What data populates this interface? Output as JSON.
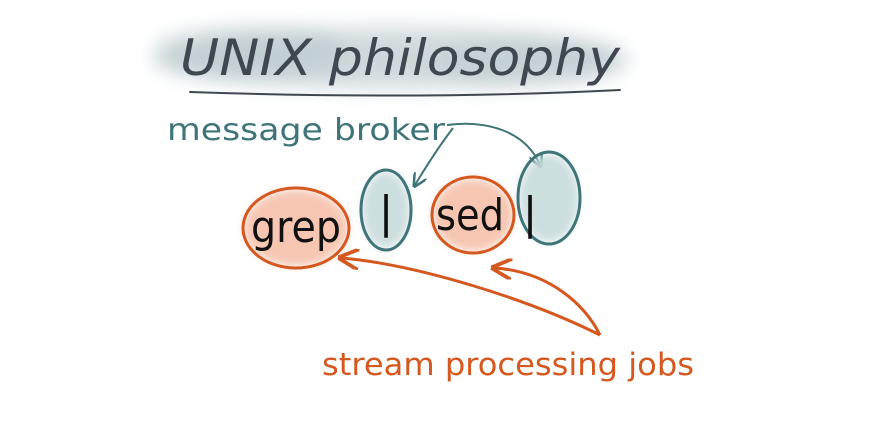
{
  "diagram": {
    "title": "UNIX philosophy",
    "broker_label": "message broker",
    "jobs_label": "stream processing jobs",
    "nodes": [
      {
        "id": "grep",
        "label": "grep",
        "kind": "job"
      },
      {
        "id": "pipe1",
        "label": "|",
        "kind": "broker"
      },
      {
        "id": "sed",
        "label": "sed",
        "kind": "job"
      },
      {
        "id": "pipe2",
        "label": "|",
        "kind": "broker"
      }
    ],
    "edges": [
      {
        "from": "broker_label",
        "to": "pipe1"
      },
      {
        "from": "broker_label",
        "to": "pipe2"
      },
      {
        "from": "jobs_label",
        "to": "grep"
      },
      {
        "from": "jobs_label",
        "to": "sed"
      }
    ],
    "colors": {
      "title": "#3f4850",
      "title_wash": "#c7d3d7",
      "broker": "#3f7479",
      "broker_fill": "#c9dcdd",
      "job": "#d4581f",
      "job_fill": "#f4b9a0",
      "command_text": "#111111"
    }
  }
}
